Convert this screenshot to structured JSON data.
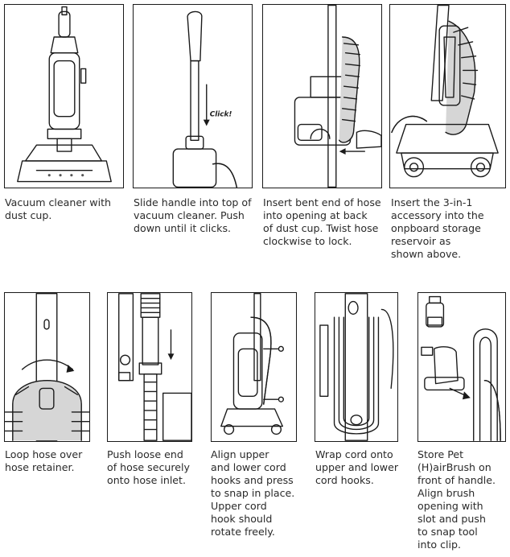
{
  "steps": [
    {
      "caption": "Vacuum cleaner with\ndust cup.",
      "illustration": "vacuum-cleaner-illustration"
    },
    {
      "caption": "Slide handle into top of\nvacuum cleaner. Push\ndown until it clicks.",
      "illustration": "handle-insert-illustration",
      "callout": "Click!"
    },
    {
      "caption": "Insert bent end of hose\ninto opening at back\nof dust cup. Twist hose\nclockwise to lock.",
      "illustration": "hose-insert-illustration"
    },
    {
      "caption": "Insert the 3-in-1\naccessory into the\nonpboard storage\nreservoir as\nshown above.",
      "illustration": "accessory-storage-illustration"
    },
    {
      "caption": "Loop hose over\nhose retainer.",
      "illustration": "hose-loop-illustration"
    },
    {
      "caption": "Push loose end\nof hose securely\nonto hose inlet.",
      "illustration": "hose-inlet-illustration"
    },
    {
      "caption": "Align upper\nand lower cord\nhooks and press\nto snap in place.\nUpper cord\nhook should\nrotate freely.",
      "illustration": "cord-hooks-illustration"
    },
    {
      "caption": "Wrap cord onto\nupper and lower\ncord hooks.",
      "illustration": "wrap-cord-illustration"
    },
    {
      "caption": "Store Pet\n(H)airBrush on\nfront of handle.\nAlign brush\nopening with\nslot and push\nto snap tool\ninto clip.",
      "illustration": "pet-brush-illustration"
    }
  ]
}
